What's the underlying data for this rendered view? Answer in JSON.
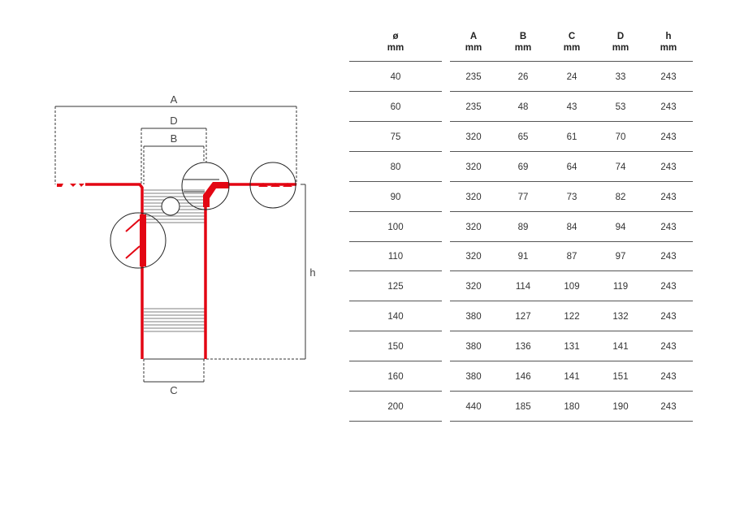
{
  "diagram": {
    "labels": {
      "A": "A",
      "B": "B",
      "C": "C",
      "D": "D",
      "h": "h"
    },
    "accent_color": "#e30613"
  },
  "table": {
    "headers": [
      {
        "symbol": "ø",
        "unit": "mm"
      },
      {
        "symbol": "A",
        "unit": "mm"
      },
      {
        "symbol": "B",
        "unit": "mm"
      },
      {
        "symbol": "C",
        "unit": "mm"
      },
      {
        "symbol": "D",
        "unit": "mm"
      },
      {
        "symbol": "h",
        "unit": "mm"
      }
    ],
    "rows": [
      [
        "40",
        "235",
        "26",
        "24",
        "33",
        "243"
      ],
      [
        "60",
        "235",
        "48",
        "43",
        "53",
        "243"
      ],
      [
        "75",
        "320",
        "65",
        "61",
        "70",
        "243"
      ],
      [
        "80",
        "320",
        "69",
        "64",
        "74",
        "243"
      ],
      [
        "90",
        "320",
        "77",
        "73",
        "82",
        "243"
      ],
      [
        "100",
        "320",
        "89",
        "84",
        "94",
        "243"
      ],
      [
        "110",
        "320",
        "91",
        "87",
        "97",
        "243"
      ],
      [
        "125",
        "320",
        "114",
        "109",
        "119",
        "243"
      ],
      [
        "140",
        "380",
        "127",
        "122",
        "132",
        "243"
      ],
      [
        "150",
        "380",
        "136",
        "131",
        "141",
        "243"
      ],
      [
        "160",
        "380",
        "146",
        "141",
        "151",
        "243"
      ],
      [
        "200",
        "440",
        "185",
        "180",
        "190",
        "243"
      ]
    ]
  }
}
